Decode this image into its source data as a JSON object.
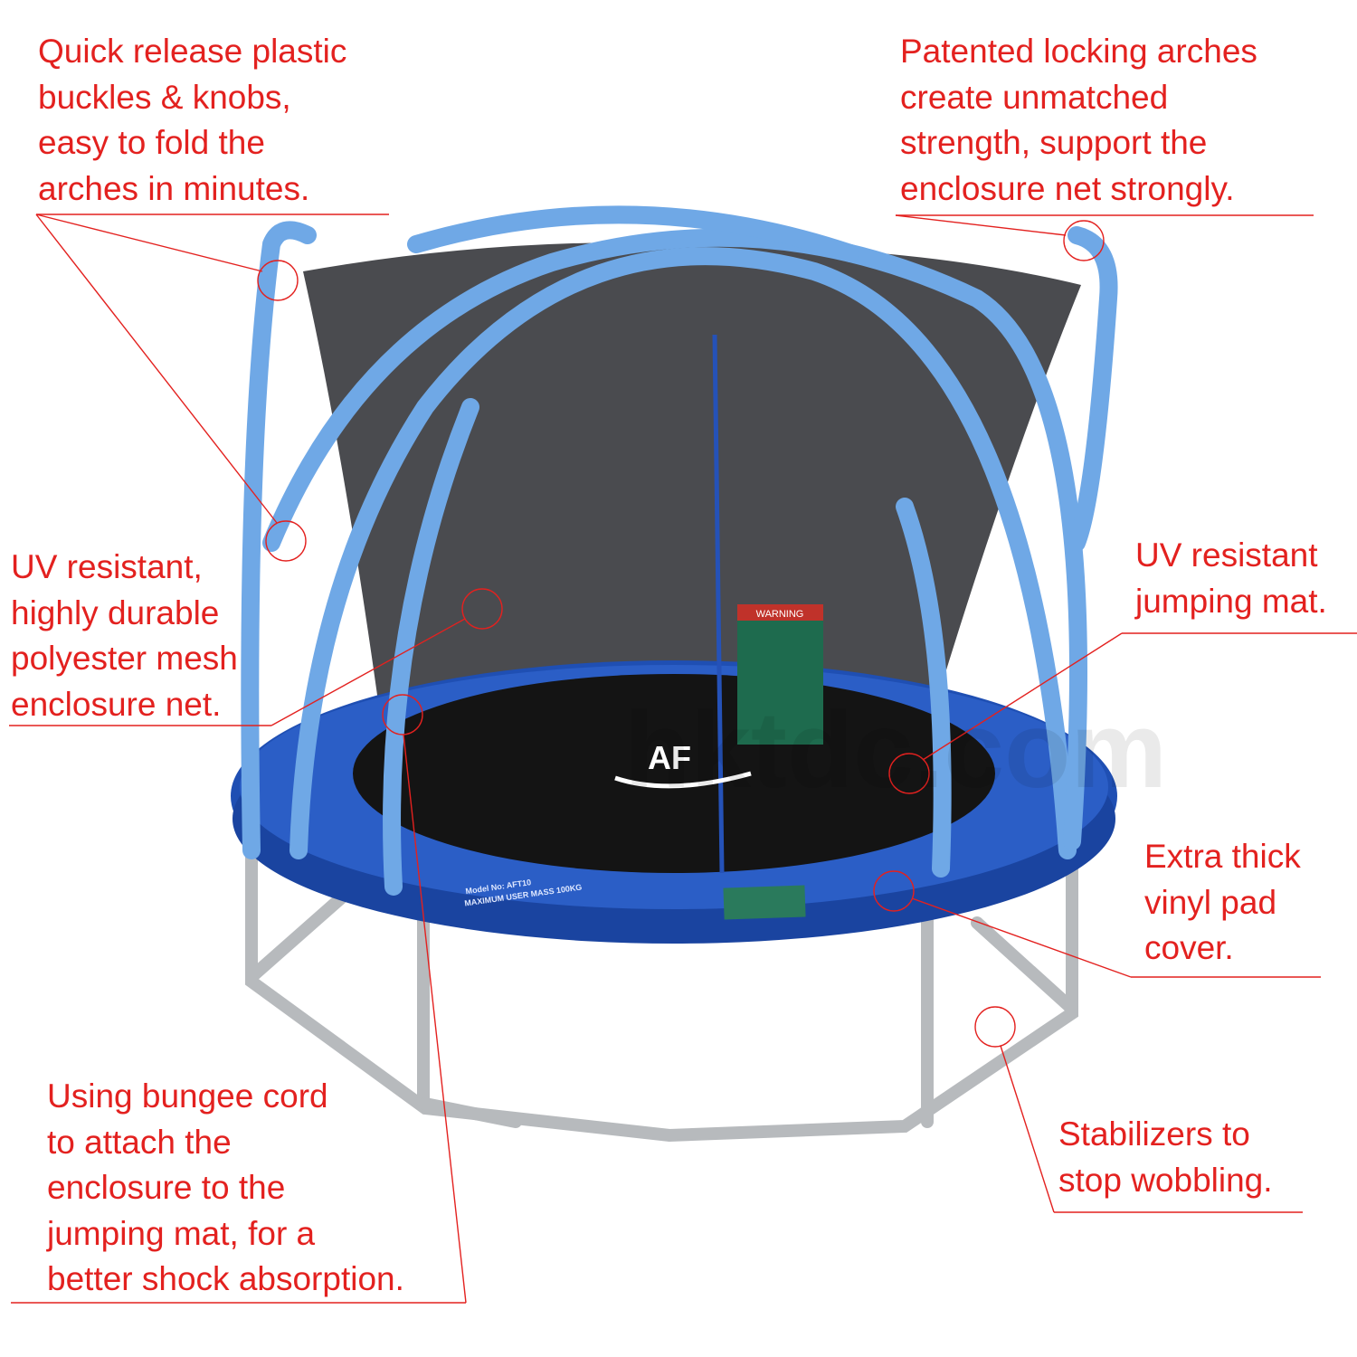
{
  "callouts": {
    "buckles": {
      "lines": [
        "Quick release plastic",
        "buckles & knobs,",
        "easy to fold the",
        "arches in minutes."
      ]
    },
    "arches": {
      "lines": [
        "Patented locking arches",
        "create unmatched",
        "strength, support the",
        "enclosure net strongly."
      ]
    },
    "net": {
      "lines": [
        "UV resistant,",
        "highly durable",
        "polyester mesh",
        "enclosure net."
      ]
    },
    "mat": {
      "lines": [
        "UV resistant",
        "jumping mat."
      ]
    },
    "pad": {
      "lines": [
        "Extra thick",
        "vinyl pad",
        "cover."
      ]
    },
    "stabilizers": {
      "lines": [
        "Stabilizers to",
        "stop wobbling."
      ]
    },
    "bungee": {
      "lines": [
        "Using bungee cord",
        "to attach the",
        "enclosure to the",
        "jumping mat, for a",
        "better shock absorption."
      ]
    }
  },
  "product": {
    "model_label": [
      "Model No: AFT10",
      "MAXIMUM USER MASS 100KG"
    ],
    "warning_label": "WARNING",
    "logo": "AF",
    "watermark": "hktdc.com"
  },
  "colors": {
    "annotation": "#e3211f",
    "pad": "#1f4fb3",
    "arch": "#6fa8e6",
    "mat": "#141414",
    "frame": "#b9bcbf"
  }
}
